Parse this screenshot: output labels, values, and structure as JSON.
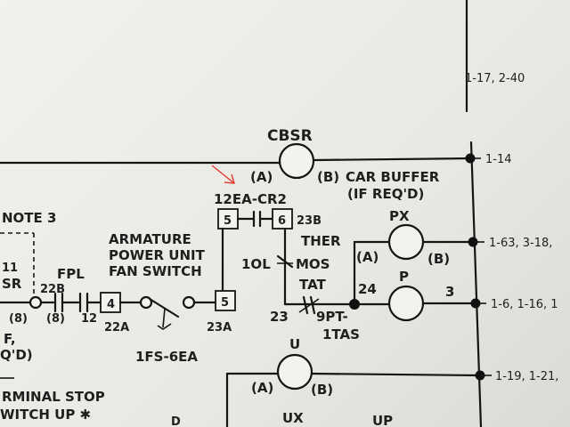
{
  "cbsr": {
    "name": "CBSR",
    "a": "(A)",
    "b": "(B)",
    "desc1": "CAR BUFFER",
    "desc2": "(IF REQ'D)"
  },
  "refs": {
    "top": "1-17, 2-40",
    "r1": "1-14",
    "r2": "1-63, 3-18,",
    "r3": "1-6, 1-16, 1",
    "r4": "1-19, 1-21,"
  },
  "relay": {
    "name": "12EA-CR2",
    "t5": "5",
    "t6": "6",
    "w23b": "23B"
  },
  "note": "NOTE 3",
  "armature": {
    "l1": "ARMATURE",
    "l2": "POWER UNIT",
    "l3": "FAN SWITCH"
  },
  "left": {
    "r11": "11",
    "sr": "SR",
    "w22b": "22B",
    "fpl": "FPL",
    "n8a": "(8)",
    "n8b": "(8)",
    "n12": "12",
    "t4": "4",
    "w22a": "22A",
    "f": "F,",
    "qd": "Q'D)"
  },
  "switch": {
    "t5": "5",
    "w23a": "23A",
    "name": "1FS-6EA"
  },
  "thermostat": {
    "l1": "THER",
    "l2": "MOS",
    "l3": "TAT",
    "ol": "1OL"
  },
  "px": {
    "name": "PX",
    "a": "(A)",
    "b": "(B)"
  },
  "p": {
    "name": "P",
    "w24": "24",
    "w3": "3"
  },
  "bottom": {
    "w23": "23",
    "pt1": "9PT-",
    "pt2": "1TAS"
  },
  "u": {
    "name": "U",
    "a": "(A)",
    "b": "(B)"
  },
  "stop": {
    "l1": "RMINAL STOP",
    "l2": "WITCH UP ✱",
    "d": "D"
  },
  "ux": "UX",
  "up": "UP"
}
